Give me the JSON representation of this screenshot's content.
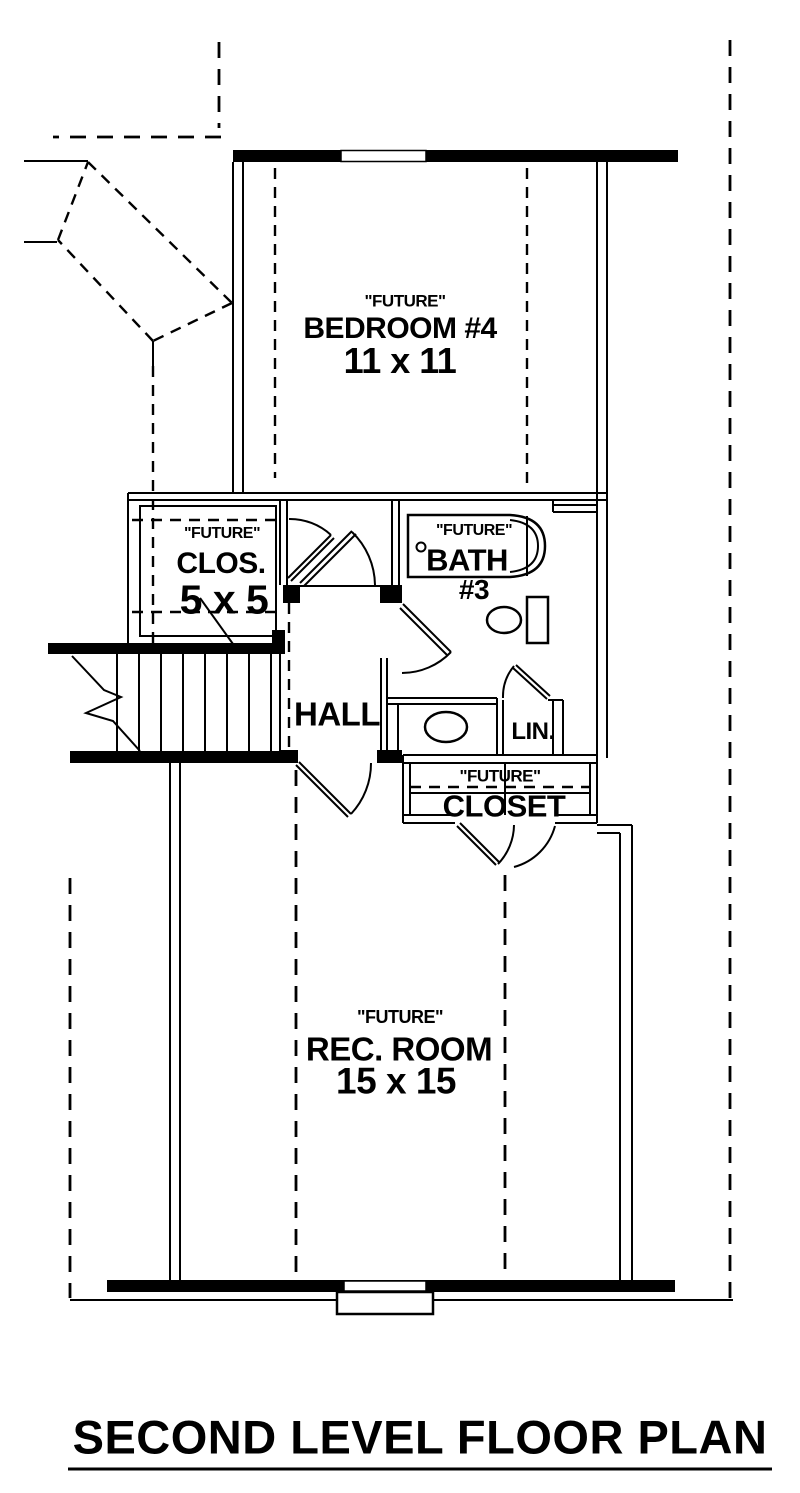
{
  "colors": {
    "ink": "#000000",
    "paper": "#ffffff"
  },
  "plan": {
    "bedroom": {
      "qualifier": "\"FUTURE\"",
      "name": "BEDROOM #4",
      "size": "11 x 11"
    },
    "closet_5x5": {
      "qualifier": "\"FUTURE\"",
      "name": "CLOS.",
      "size": "5 x 5"
    },
    "bath": {
      "qualifier": "\"FUTURE\"",
      "name": "BATH",
      "number": "#3"
    },
    "hall": {
      "name": "HALL"
    },
    "linen": {
      "name": "LIN."
    },
    "future_closet": {
      "qualifier": "\"FUTURE\"",
      "name": "CLOSET"
    },
    "rec_room": {
      "qualifier": "\"FUTURE\"",
      "name": "REC. ROOM",
      "size": "15 x 15"
    }
  },
  "title": "SECOND LEVEL FLOOR PLAN"
}
